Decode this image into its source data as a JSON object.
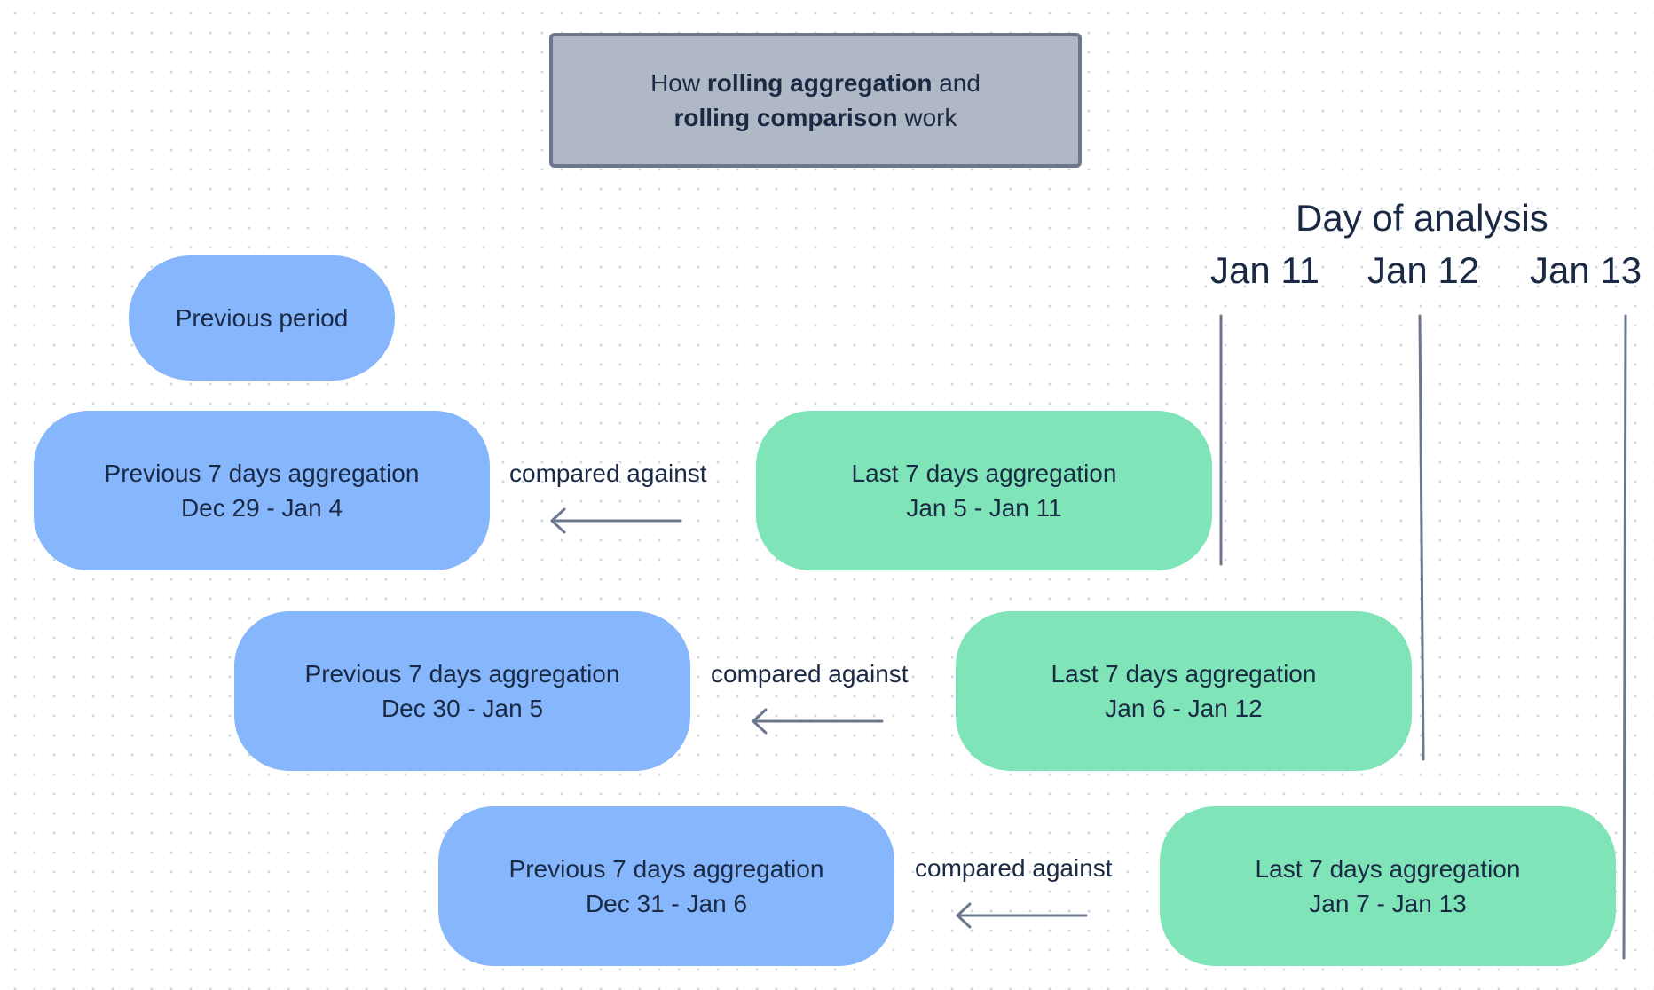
{
  "title": {
    "line1_pre": "How ",
    "line1_bold": "rolling aggregation",
    "line1_post": " and",
    "line2_bold": "rolling comparison",
    "line2_post": " work"
  },
  "timeline": {
    "heading": "Day of analysis",
    "days": [
      "Jan 11",
      "Jan 12",
      "Jan 13"
    ]
  },
  "legend_pill": "Previous period",
  "rows": [
    {
      "previous": {
        "label": "Previous 7 days aggregation",
        "range": "Dec 29 - Jan 4"
      },
      "connector": "compared against",
      "last": {
        "label": "Last 7 days aggregation",
        "range": "Jan 5 - Jan 11"
      }
    },
    {
      "previous": {
        "label": "Previous 7 days aggregation",
        "range": "Dec 30 - Jan 5"
      },
      "connector": "compared against",
      "last": {
        "label": "Last 7 days aggregation",
        "range": "Jan 6 - Jan 12"
      }
    },
    {
      "previous": {
        "label": "Previous 7 days aggregation",
        "range": "Dec 31 - Jan 6"
      },
      "connector": "compared against",
      "last": {
        "label": "Last 7 days aggregation",
        "range": "Jan 7 - Jan 13"
      }
    }
  ],
  "colors": {
    "previous_fill": "#86b6fc",
    "last_fill": "#7fe4b8",
    "title_fill": "#b1b8c5",
    "line_color": "#6b778c",
    "text_color": "#1b2a44"
  }
}
